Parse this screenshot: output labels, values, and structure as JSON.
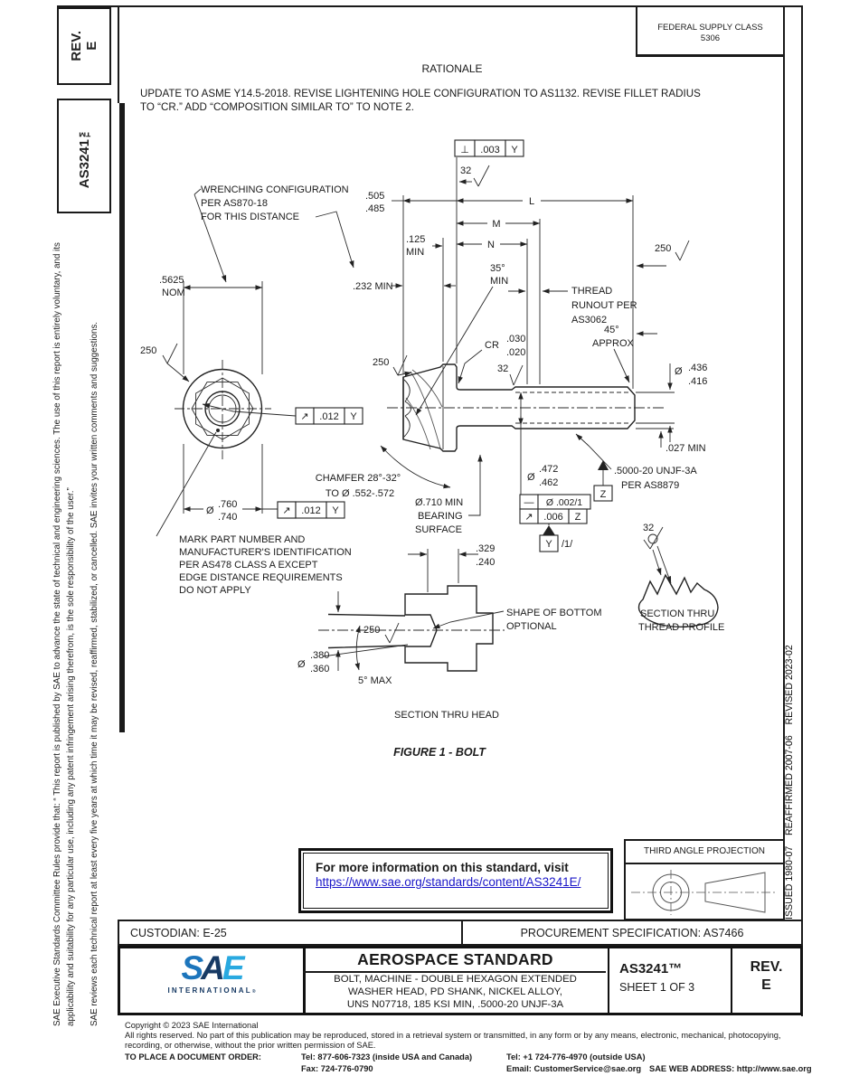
{
  "header": {
    "rev_box": "REV.\nE",
    "doc_box": "AS3241™",
    "fsc1": "FEDERAL SUPPLY CLASS",
    "fsc2": "5306",
    "rationale_title": "RATIONALE",
    "rationale1": "UPDATE TO ASME Y14.5-2018. REVISE LIGHTENING HOLE CONFIGURATION TO AS1132. REVISE FILLET RADIUS",
    "rationale2": "TO “CR.” ADD “COMPOSITION SIMILAR TO” TO NOTE 2."
  },
  "sidebars": {
    "left1": "SAE Executive Standards Committee Rules provide that: “ This report is published by SAE to advance the state of technical and engineering sciences. The use of this report is entirely voluntary, and its applicability and suitability for any particular use, including any patent infringement arising therefrom, is the sole responsibility of the user.”",
    "left2": "SAE reviews each technical report at least every five years at which time it may be revised, reaffirmed, stabilized, or cancelled. SAE invites your written comments and suggestions.",
    "right_dates": "ISSUED 1980-07    REAFFIRMED 2007-06    REVISED 2023-02"
  },
  "dwg": {
    "r32": "32",
    "r250": "250",
    "fcf_perp": "⊥",
    "fcf_003": ".003",
    "fcf_Y": "Y",
    "fcf_runout": "↗",
    "fcf_012": ".012",
    "fcf_bar": "—",
    "fcf_0021": "Ø .002/1",
    "fcf_006": ".006",
    "datum_Z": "Z",
    "slash1": "/1/",
    "d505": ".505",
    "d485": ".485",
    "L": "L",
    "M": "M",
    "N": "N",
    "d125": ".125",
    "min": "MIN",
    "d5625": ".5625",
    "nom": "NOM",
    "d232": ".232 MIN",
    "d35": "35°",
    "runout1": "THREAD",
    "runout2": "RUNOUT PER",
    "runout3": "AS3062",
    "d45": "45°",
    "approx": "APPROX",
    "cr": "CR",
    "c030": ".030",
    "c020": ".020",
    "dia": "Ø",
    "d436": ".436",
    "d416": ".416",
    "d027": ".027 MIN",
    "d472": ".472",
    "d462": ".462",
    "unjf1": ".5000-20 UNJF-3A",
    "unjf2": "PER AS8879",
    "cham1": "CHAMFER 28°-32°",
    "cham2": "TO Ø .552-.572",
    "d760": ".760",
    "d740": ".740",
    "bear1": "Ø.710 MIN",
    "bear2": "BEARING",
    "bear3": "SURFACE",
    "mark1": "MARK PART NUMBER AND",
    "mark2": "MANUFACTURER'S IDENTIFICATION",
    "mark3": "PER AS478 CLASS A EXCEPT",
    "mark4": "EDGE DISTANCE REQUIREMENTS",
    "mark5": "DO NOT APPLY",
    "wrench1": "WRENCHING CONFIGURATION",
    "wrench2": "PER AS870-18",
    "wrench3": "FOR THIS DISTANCE",
    "d329": ".329",
    "d240": ".240",
    "shape1": "SHAPE OF BOTTOM",
    "shape2": "OPTIONAL",
    "d380": ".380",
    "d360": ".360",
    "d5max": "5° MAX",
    "sec_head": "SECTION THRU HEAD",
    "sec_thr1": "SECTION THRU",
    "sec_thr2": "THREAD PROFILE",
    "caption": "FIGURE 1 - BOLT"
  },
  "info_box": {
    "line1": "For more information on this standard, visit",
    "link": "https://www.sae.org/standards/content/AS3241E/",
    "href": "https://www.sae.org/standards/content/AS3241E/"
  },
  "projection": {
    "title": "THIRD ANGLE PROJECTION"
  },
  "cert_row": {
    "custodian": "CUSTODIAN: E-25",
    "procurement": "PROCUREMENT SPECIFICATION: AS7466"
  },
  "title_block": {
    "sae": "SAE",
    "international": "INTERNATIONAL",
    "reg": "®",
    "header": "AEROSPACE STANDARD",
    "desc1": "BOLT, MACHINE - DOUBLE HEXAGON EXTENDED",
    "desc2": "WASHER HEAD, PD SHANK, NICKEL ALLOY,",
    "desc3": "UNS N07718, 185 KSI MIN, .5000-20 UNJF-3A",
    "doc": "AS3241™",
    "sheet": "SHEET 1 OF 3",
    "rev_label": "REV.",
    "rev_value": "E"
  },
  "footer": {
    "c1": "Copyright © 2023 SAE International",
    "c2": "All rights reserved. No part of this publication may be reproduced, stored in a retrieval system or transmitted, in any form or by any means, electronic, mechanical, photocopying,",
    "c3": "recording, or otherwise, without the prior written permission of SAE.",
    "order_label": "TO PLACE A DOCUMENT ORDER:",
    "tel1": "Tel: 877-606-7323 (inside USA and Canada)",
    "tel2": "Tel: +1 724-776-4970 (outside USA)",
    "fax": "Fax: 724-776-0790",
    "email": "Email: CustomerService@sae.org",
    "web": "SAE WEB ADDRESS: http://www.sae.org"
  },
  "colors": {
    "sae_blue": "#1c75bc",
    "sae_dark": "#173a64",
    "sae_light": "#29a9e0",
    "link_blue": "#1a16c8",
    "line": "#1a1a1a"
  }
}
